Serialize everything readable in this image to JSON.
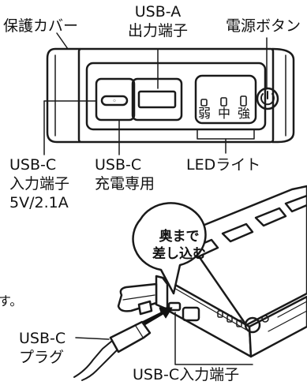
{
  "labels": {
    "protective_cover": "保護カバー",
    "usb_a_line1": "USB-A",
    "usb_a_line2": "出力端子",
    "power_button": "電源ボタン",
    "level_weak": "弱",
    "level_medium": "中",
    "level_strong": "強",
    "usb_c_in_line1": "USB-C",
    "usb_c_in_line2": "入力端子",
    "usb_c_in_line3": "5V/2.1A",
    "usb_c_charge_line1": "USB-C",
    "usb_c_charge_line2": "充電専用",
    "led_light": "LEDライト",
    "bubble_line1": "奥まで",
    "bubble_line2": "差し込む",
    "cut_text": "す。",
    "usb_c_plug_line1": "USB-C",
    "usb_c_plug_line2": "プラグ",
    "usb_c_input_port": "USB-C入力端子"
  },
  "colors": {
    "stroke": "#1a1a1a",
    "fill": "#ffffff",
    "shade": "#333333"
  }
}
